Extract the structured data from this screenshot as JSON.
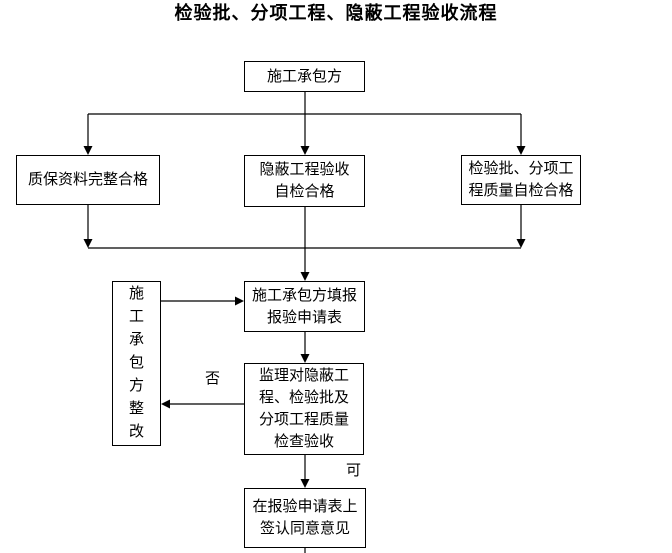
{
  "title": "检验批、分项工程、隐蔽工程验收流程",
  "colors": {
    "background": "#ffffff",
    "line": "#000000",
    "text": "#000000"
  },
  "flowchart": {
    "nodes": {
      "contractor": {
        "label": "施工承包方"
      },
      "qa_docs": {
        "label": "质保资料完整合格"
      },
      "concealed_self_check": {
        "label": "隐蔽工程验收\n自检合格"
      },
      "batch_self_check": {
        "label": "检验批、分项工\n程质量自检合格"
      },
      "rectify": {
        "label": "施\n工\n承\n包\n方\n整\n改"
      },
      "submit_form": {
        "label": "施工承包方填报\n报验申请表"
      },
      "supervisor_check": {
        "label": "监理对隐蔽工\n程、检验批及\n分项工程质量\n检查验收"
      },
      "sign_approval": {
        "label": "在报验申请表上\n签认同意意见"
      }
    },
    "edge_labels": {
      "no": "否",
      "yes": "可"
    }
  }
}
